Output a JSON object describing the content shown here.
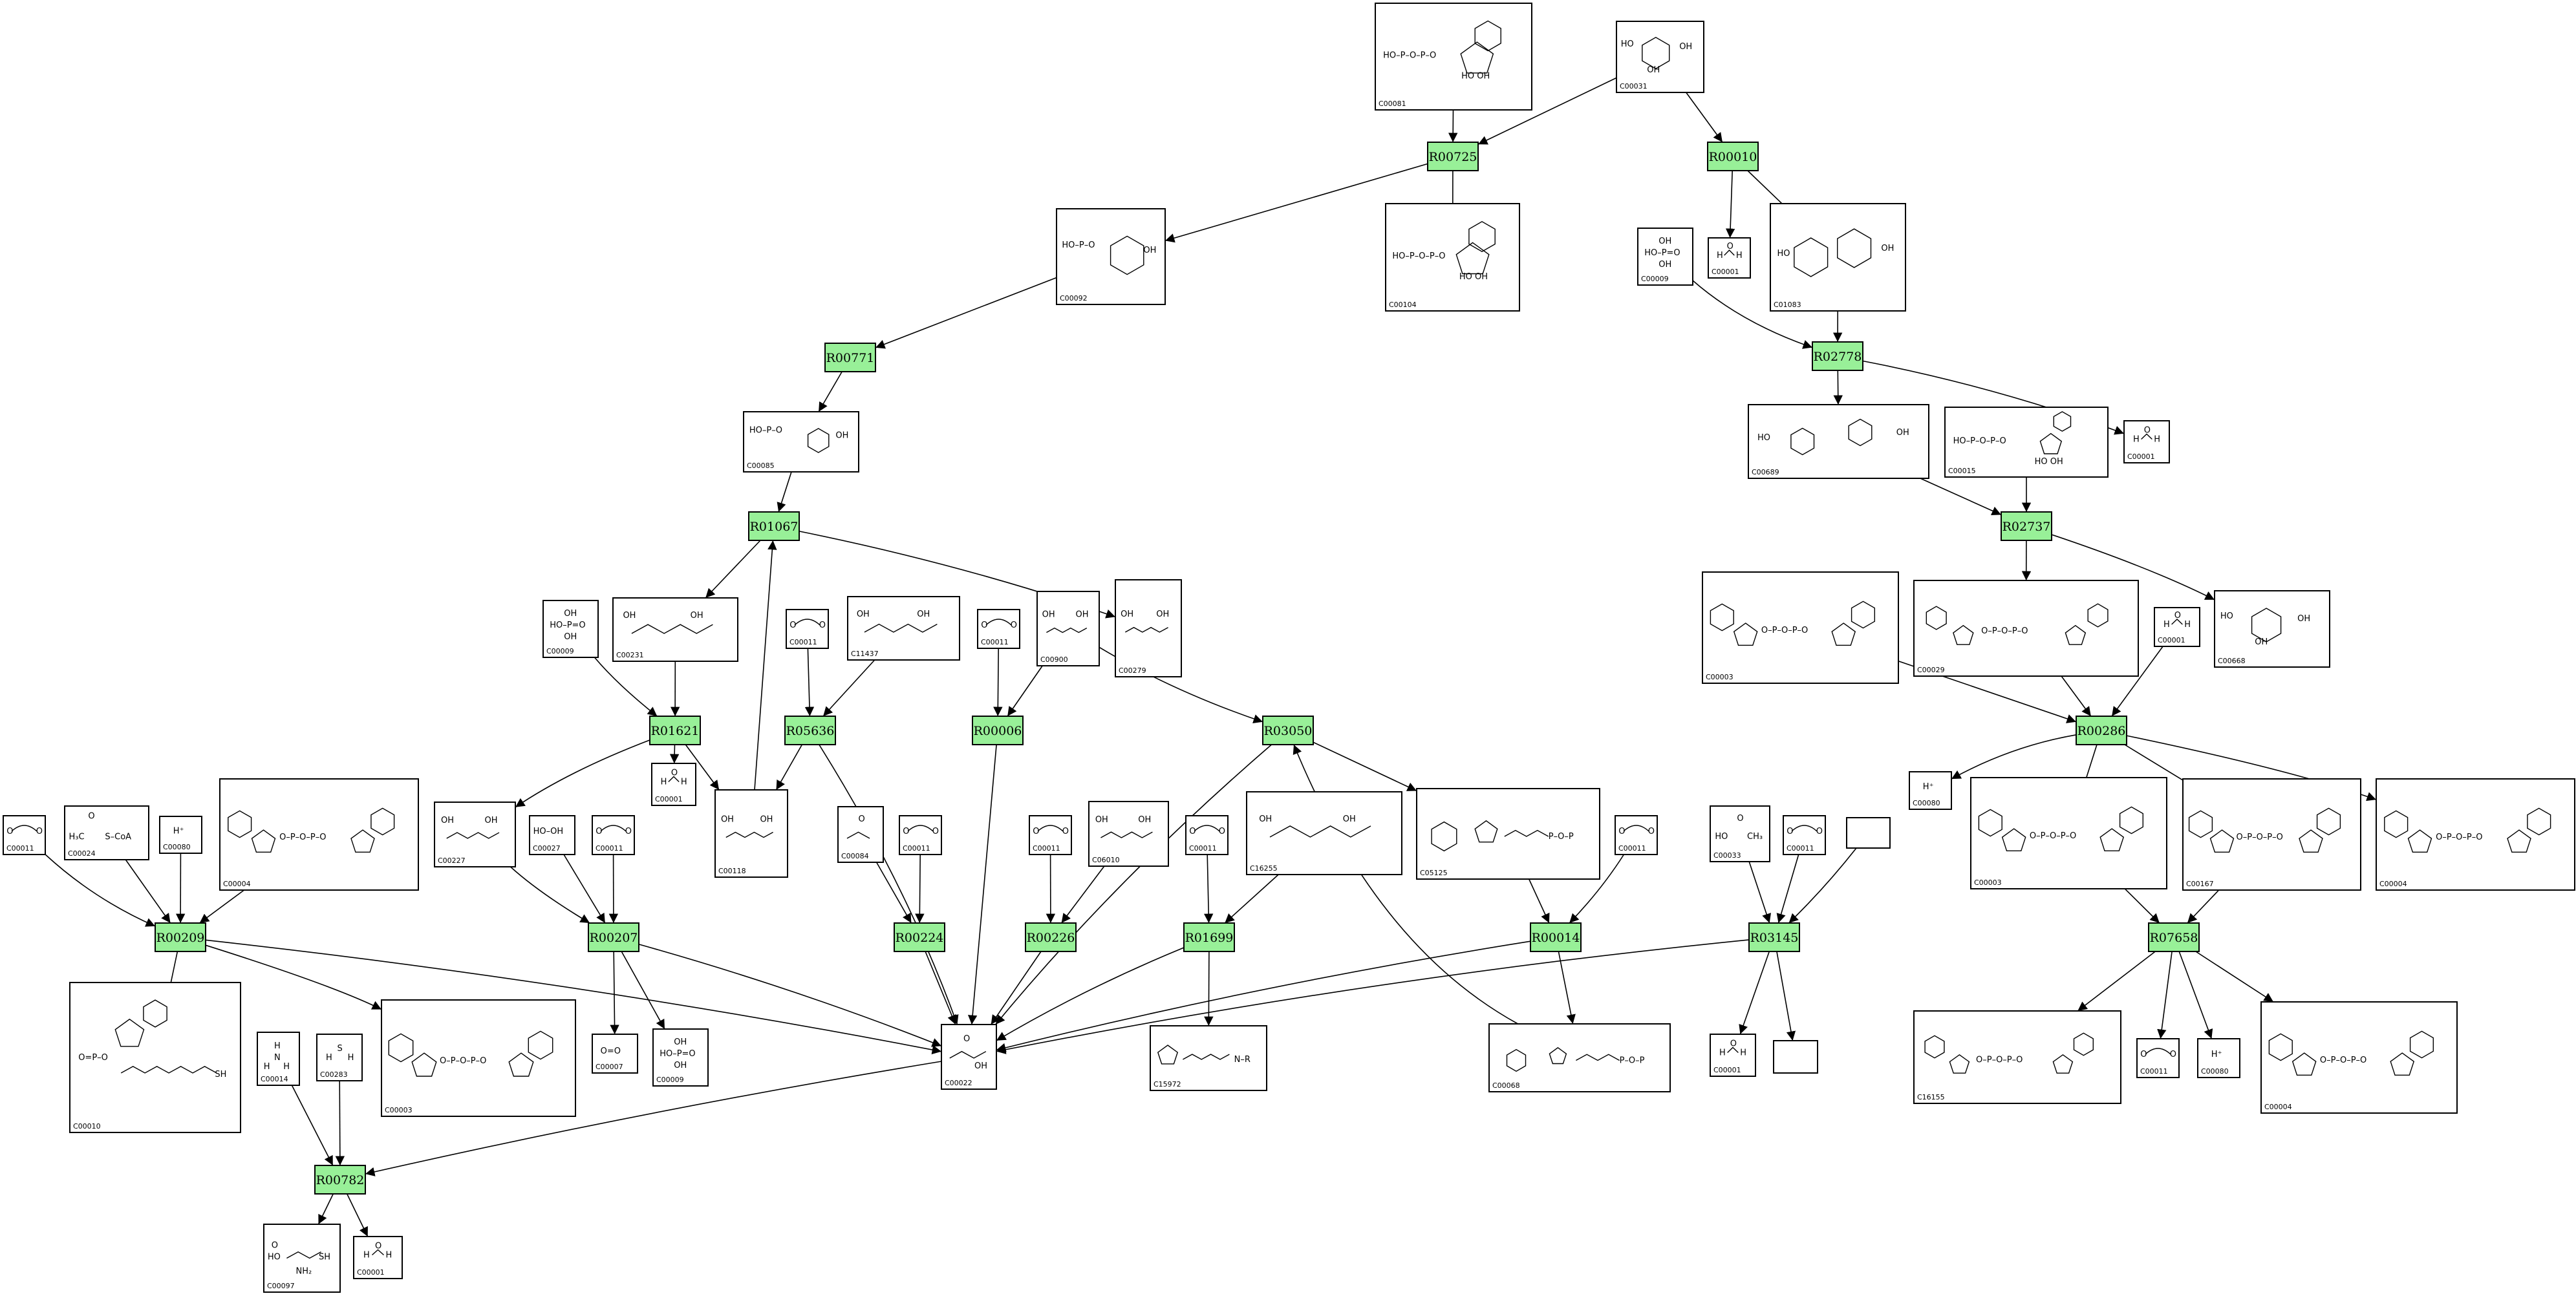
{
  "diagram": {
    "reactions": [
      {
        "id": "rx-R00725",
        "label": "R00725"
      },
      {
        "id": "rx-R00010",
        "label": "R00010"
      },
      {
        "id": "rx-R00771",
        "label": "R00771"
      },
      {
        "id": "rx-R02778",
        "label": "R02778"
      },
      {
        "id": "rx-R01067",
        "label": "R01067"
      },
      {
        "id": "rx-R02737",
        "label": "R02737"
      },
      {
        "id": "rx-R01621",
        "label": "R01621"
      },
      {
        "id": "rx-R05636",
        "label": "R05636"
      },
      {
        "id": "rx-R00006",
        "label": "R00006"
      },
      {
        "id": "rx-R03050",
        "label": "R03050"
      },
      {
        "id": "rx-R00286",
        "label": "R00286"
      },
      {
        "id": "rx-R00209",
        "label": "R00209"
      },
      {
        "id": "rx-R00207",
        "label": "R00207"
      },
      {
        "id": "rx-R00224",
        "label": "R00224"
      },
      {
        "id": "rx-R00226",
        "label": "R00226"
      },
      {
        "id": "rx-R01699",
        "label": "R01699"
      },
      {
        "id": "rx-R00014",
        "label": "R00014"
      },
      {
        "id": "rx-R03145",
        "label": "R03145"
      },
      {
        "id": "rx-R07658",
        "label": "R07658"
      },
      {
        "id": "rx-R00782",
        "label": "R00782"
      }
    ],
    "compounds": [
      {
        "id": "c-C00081",
        "label": "C00081",
        "shape": "nucleotide"
      },
      {
        "id": "c-C00031",
        "label": "C00031",
        "shape": "sugar"
      },
      {
        "id": "c-C00092",
        "label": "C00092",
        "shape": "sugar-p"
      },
      {
        "id": "c-C00104",
        "label": "C00104",
        "shape": "nucleotide"
      },
      {
        "id": "c-C00001a",
        "label": "C00001",
        "shape": "water"
      },
      {
        "id": "c-C01083",
        "label": "C01083",
        "shape": "disaccharide"
      },
      {
        "id": "c-C00009a",
        "label": "C00009",
        "shape": "phosphate"
      },
      {
        "id": "c-C00085",
        "label": "C00085",
        "shape": "sugar-p"
      },
      {
        "id": "c-C00689",
        "label": "C00689",
        "shape": "disaccharide"
      },
      {
        "id": "c-C00015",
        "label": "C00015",
        "shape": "nucleotide"
      },
      {
        "id": "c-C00001b",
        "label": "C00001",
        "shape": "water"
      },
      {
        "id": "c-C00009b",
        "label": "C00009",
        "shape": "phosphate"
      },
      {
        "id": "c-C00231",
        "label": "C00231",
        "shape": "chain"
      },
      {
        "id": "c-C00011a",
        "label": "C00011",
        "shape": "co2"
      },
      {
        "id": "c-C11437",
        "label": "C11437",
        "shape": "chain"
      },
      {
        "id": "c-C00011b",
        "label": "C00011",
        "shape": "co2"
      },
      {
        "id": "c-C00900",
        "label": "C00900",
        "shape": "chain"
      },
      {
        "id": "c-C00279",
        "label": "C00279",
        "shape": "chain"
      },
      {
        "id": "c-C00003a",
        "label": "C00003",
        "shape": "dinucleotide"
      },
      {
        "id": "c-C00029",
        "label": "C00029",
        "shape": "dinucleotide"
      },
      {
        "id": "c-C00001c",
        "label": "C00001",
        "shape": "water"
      },
      {
        "id": "c-C00668",
        "label": "C00668",
        "shape": "sugar"
      },
      {
        "id": "c-C00011c",
        "label": "C00011",
        "shape": "co2"
      },
      {
        "id": "c-C00024",
        "label": "C00024",
        "shape": "acetyl"
      },
      {
        "id": "c-C00080a",
        "label": "C00080",
        "shape": "proton"
      },
      {
        "id": "c-C00004a",
        "label": "C00004",
        "shape": "dinucleotide"
      },
      {
        "id": "c-C00227",
        "label": "C00227",
        "shape": "chain"
      },
      {
        "id": "c-C00027",
        "label": "C00027",
        "shape": "peroxide"
      },
      {
        "id": "c-C00011d",
        "label": "C00011",
        "shape": "co2"
      },
      {
        "id": "c-C00001d",
        "label": "C00001",
        "shape": "water"
      },
      {
        "id": "c-C00118",
        "label": "C00118",
        "shape": "chain"
      },
      {
        "id": "c-C00084",
        "label": "C00084",
        "shape": "acetaldehyde"
      },
      {
        "id": "c-C00011e",
        "label": "C00011",
        "shape": "co2"
      },
      {
        "id": "c-C00011f",
        "label": "C00011",
        "shape": "co2"
      },
      {
        "id": "c-C06010",
        "label": "C06010",
        "shape": "chain"
      },
      {
        "id": "c-C00011g",
        "label": "C00011",
        "shape": "co2"
      },
      {
        "id": "c-C16255",
        "label": "C16255",
        "shape": "chain"
      },
      {
        "id": "c-C05125",
        "label": "C05125",
        "shape": "tpp"
      },
      {
        "id": "c-C00011h",
        "label": "C00011",
        "shape": "co2"
      },
      {
        "id": "c-C00033",
        "label": "C00033",
        "shape": "acetate"
      },
      {
        "id": "c-C00011i",
        "label": "C00011",
        "shape": "co2"
      },
      {
        "id": "c-blank1",
        "label": "",
        "shape": "empty"
      },
      {
        "id": "c-C00080b",
        "label": "C00080",
        "shape": "proton"
      },
      {
        "id": "c-C00003b",
        "label": "C00003",
        "shape": "dinucleotide"
      },
      {
        "id": "c-C00167",
        "label": "C00167",
        "shape": "dinucleotide"
      },
      {
        "id": "c-C00004b",
        "label": "C00004",
        "shape": "dinucleotide"
      },
      {
        "id": "c-C00010",
        "label": "C00010",
        "shape": "coa"
      },
      {
        "id": "c-C00003c",
        "label": "C00003",
        "shape": "dinucleotide"
      },
      {
        "id": "c-C00007",
        "label": "C00007",
        "shape": "oxygen"
      },
      {
        "id": "c-C00009c",
        "label": "C00009",
        "shape": "phosphate"
      },
      {
        "id": "c-C00022",
        "label": "C00022",
        "shape": "pyruvate"
      },
      {
        "id": "c-C15972",
        "label": "C15972",
        "shape": "lipoamide"
      },
      {
        "id": "c-C00068",
        "label": "C00068",
        "shape": "tpp"
      },
      {
        "id": "c-C00001e",
        "label": "C00001",
        "shape": "water"
      },
      {
        "id": "c-blank2",
        "label": "",
        "shape": "empty"
      },
      {
        "id": "c-C16155",
        "label": "C16155",
        "shape": "dinucleotide"
      },
      {
        "id": "c-C00011j",
        "label": "C00011",
        "shape": "co2"
      },
      {
        "id": "c-C00080c",
        "label": "C00080",
        "shape": "proton"
      },
      {
        "id": "c-C00004c",
        "label": "C00004",
        "shape": "dinucleotide"
      },
      {
        "id": "c-C00014",
        "label": "C00014",
        "shape": "ammonia"
      },
      {
        "id": "c-C00283",
        "label": "C00283",
        "shape": "h2s"
      },
      {
        "id": "c-C00097",
        "label": "C00097",
        "shape": "cysteine"
      },
      {
        "id": "c-C00001f",
        "label": "C00001",
        "shape": "water"
      }
    ]
  }
}
